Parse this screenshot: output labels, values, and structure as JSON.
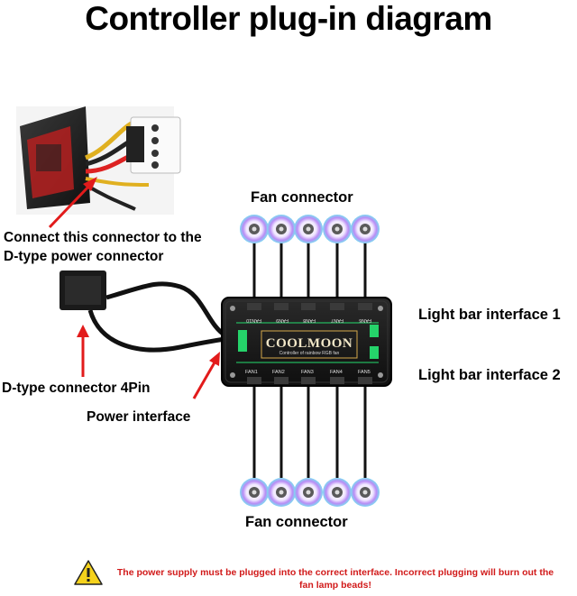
{
  "title": "Controller plug-in diagram",
  "labels": {
    "fan_connector_top": "Fan connector",
    "fan_connector_bottom": "Fan connector",
    "connect_line1": "Connect this connector to the",
    "connect_line2": "D-type power connector",
    "dtype_connector": "D-type connector 4Pin",
    "power_interface": "Power interface",
    "light_bar_1": "Light bar interface 1",
    "light_bar_2": "Light bar interface 2"
  },
  "hub": {
    "brand": "COOLMOON",
    "subtitle": "Controller of rainbow RGB fan",
    "ports_top": [
      "FAN10",
      "FAN9",
      "FAN8",
      "FAN7",
      "FAN6"
    ],
    "ports_bottom": [
      "FAN1",
      "FAN2",
      "FAN3",
      "FAN4",
      "FAN5"
    ]
  },
  "warning": {
    "text": "The power supply must be plugged into the correct interface. Incorrect plugging will burn out the fan lamp beads!",
    "icon": "warning-triangle-icon"
  },
  "colors": {
    "arrow": "#e21b1b",
    "warning_text": "#d11a1a",
    "warning_icon": "#f5d21c",
    "hub_body": "#1b1b1b",
    "hub_glow": "#25d36a"
  }
}
